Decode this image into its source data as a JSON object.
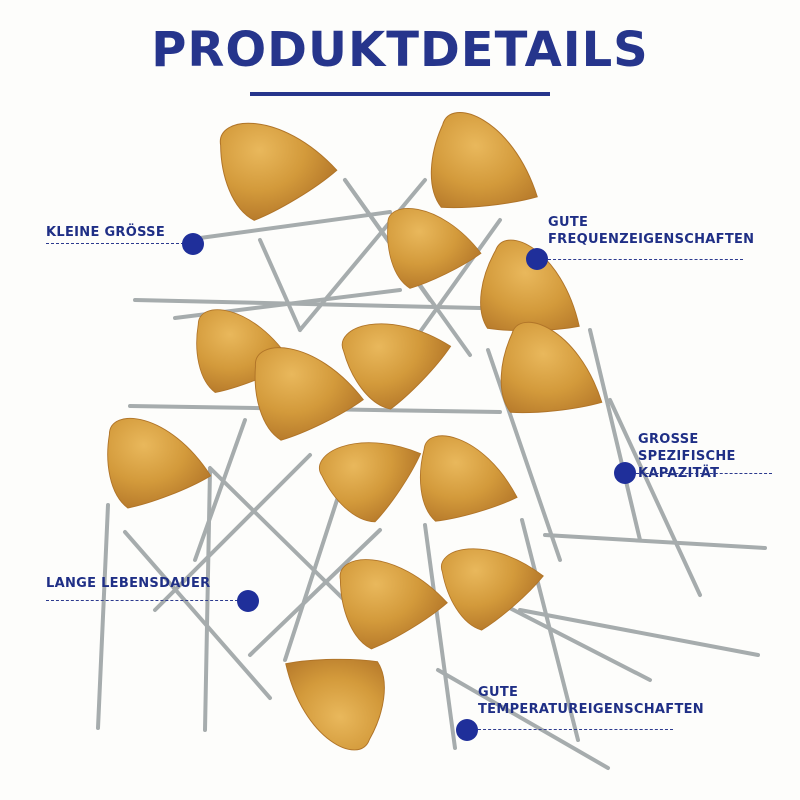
{
  "title": "PRODUKTDETAILS",
  "features": [
    {
      "label": "KLEINE GRÖSSE"
    },
    {
      "label": "GUTE\nFREQUENZEIGENSCHAFTEN"
    },
    {
      "label": "GROSSE SPEZIFISCHE\nKAPAZITÄT"
    },
    {
      "label": "LANGE LEBENSDAUER"
    },
    {
      "label": "GUTE\nTEMPERATUREIGENSCHAFTEN"
    }
  ],
  "colors": {
    "accent": "#26358c",
    "capacitor_body": "#d49a3a",
    "lead": "#a8aeae",
    "marker": "#1f2f9a"
  },
  "illustration": "ceramic-capacitors-photo"
}
